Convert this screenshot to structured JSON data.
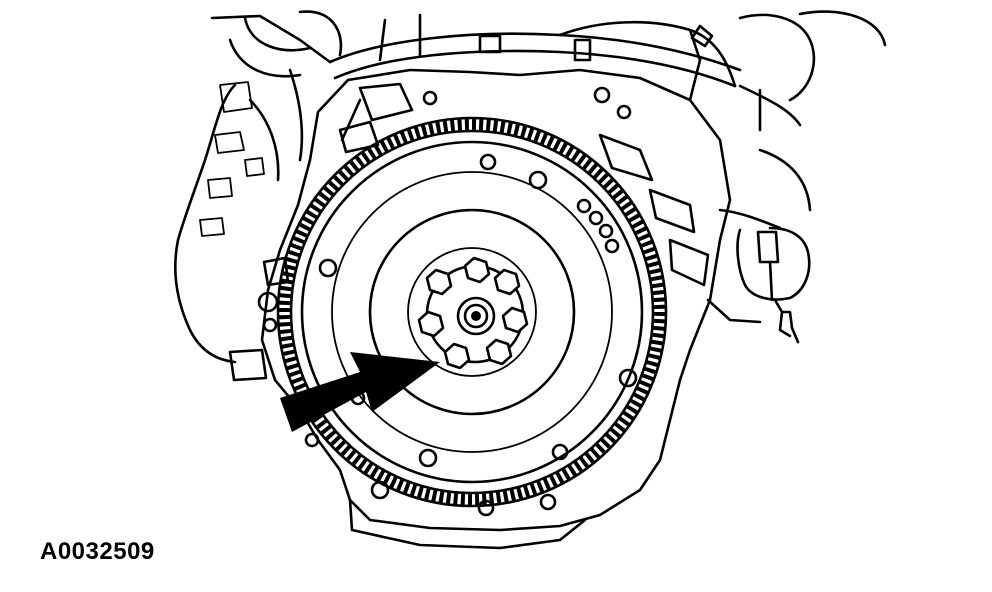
{
  "figure": {
    "reference_id": "A0032509",
    "subject": "flywheel-on-engine-rear",
    "callout": "arrow-to-center-bolts"
  },
  "colors": {
    "line": "#000000",
    "background": "#ffffff"
  }
}
